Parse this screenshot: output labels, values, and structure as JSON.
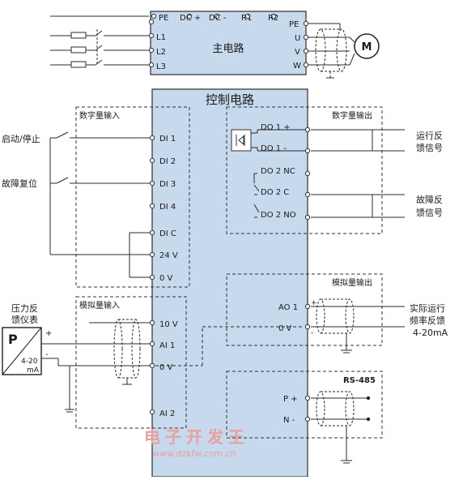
{
  "main_circuit": {
    "title": "主电路",
    "top_terminals": [
      "PE",
      "DC +",
      "DC -",
      "R1",
      "R2"
    ],
    "left_terminals": [
      "L1",
      "L2",
      "L3"
    ],
    "right_terminals": [
      "PE",
      "U",
      "V",
      "W"
    ],
    "motor": "M"
  },
  "control_circuit": {
    "title": "控制电路"
  },
  "digital_input": {
    "title": "数字量输入",
    "terminals": [
      "DI 1",
      "DI 2",
      "DI 3",
      "DI 4",
      "DI C",
      "24 V",
      "0 V"
    ],
    "labels": {
      "start_stop": "启动/停止",
      "fault_reset": "故障复位"
    }
  },
  "digital_output": {
    "title": "数字量输出",
    "terminals": [
      "DO 1 +",
      "DO 1 -",
      "DO 2 NC",
      "DO 2 C",
      "DO 2 NO"
    ],
    "run_feedback": [
      "运行反",
      "馈信号"
    ],
    "fault_feedback": [
      "故障反",
      "馈信号"
    ]
  },
  "analog_input": {
    "title": "模拟量输入",
    "terminals": [
      "10 V",
      "AI 1",
      "0 V",
      "AI 2"
    ],
    "transmitter": {
      "label": [
        "压力反",
        "馈仪表"
      ],
      "symbol": "P",
      "range": [
        "4-20",
        "mA"
      ],
      "plus": "+",
      "minus": "-"
    }
  },
  "analog_output": {
    "title": "模拟量输出",
    "terminals": [
      "AO 1",
      "0 V"
    ],
    "feedback_label": [
      "实际运行",
      "频率反馈",
      "4-20mA"
    ],
    "plus": "+",
    "minus": "-"
  },
  "rs485": {
    "title": "RS-485",
    "terminals": [
      "P +",
      "N -"
    ]
  },
  "watermark": {
    "cn": "电子开发王",
    "url": "www.dzkfw.com.cn"
  },
  "colors": {
    "panel": "#c7d9ec",
    "panel_border": "#3a3a3a",
    "line": "#2b2b2b",
    "watermark": "#e8a0a0"
  }
}
